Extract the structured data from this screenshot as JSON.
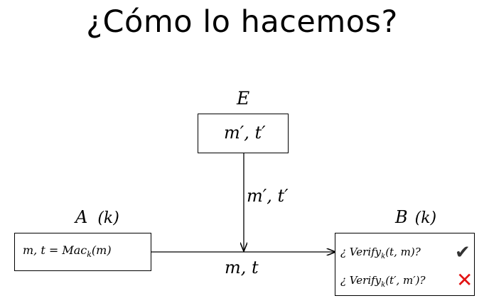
{
  "title": "¿Cómo lo hacemos?",
  "eve": {
    "label": "E",
    "box_text": "m′, t′",
    "arrow_label": "m′, t′"
  },
  "alice": {
    "label": "A",
    "key": "(k)",
    "box_text": "m, t = Mac",
    "box_sub": "k",
    "box_tail": "(m)"
  },
  "channel_label": "m, t",
  "bob": {
    "label": "B",
    "key": "(k)",
    "verify_1": {
      "pre": "¿ Verify",
      "sub": "k",
      "post": "(t, m)?",
      "result_icon": "check-icon"
    },
    "verify_2": {
      "pre": "¿ Verify",
      "sub": "k",
      "post": "(t′, m′)?",
      "result_icon": "cross-icon"
    }
  },
  "colors": {
    "cross": "#e21313",
    "check": "#333333"
  }
}
